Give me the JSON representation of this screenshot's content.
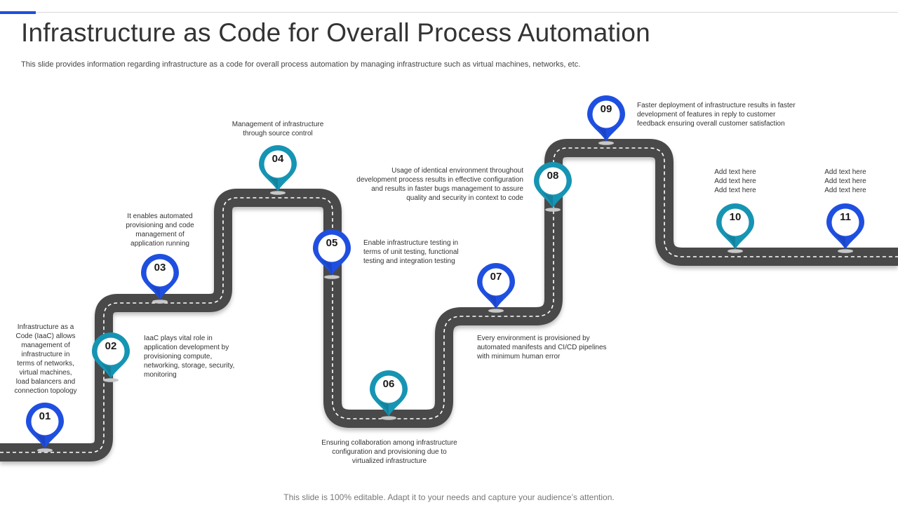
{
  "slide": {
    "title": "Infrastructure as Code for Overall Process Automation",
    "subtitle": "This slide provides information regarding infrastructure as a code for overall process automation by managing infrastructure such as virtual machines, networks, etc.",
    "footer": "This slide is 100% editable. Adapt it to your needs and capture your audience’s attention."
  },
  "colors": {
    "road": "#4a4a4a",
    "dash": "#ffffff",
    "pin_blue": "#1f4fe0",
    "pin_teal": "#1694b3",
    "accent": "#1f4fe0"
  },
  "milestones": [
    {
      "num": "01",
      "color": "blue",
      "lines": [
        "Infrastructure as a",
        "Code (IaaC) allows",
        "management  of",
        "infrastructure in",
        "terms of networks,",
        "virtual machines,",
        "load balancers and",
        "connection topology"
      ]
    },
    {
      "num": "02",
      "color": "teal",
      "lines": [
        "IaaC  plays vital role in",
        "application development by",
        "provisioning compute,",
        "networking, storage, security,",
        "monitoring"
      ]
    },
    {
      "num": "03",
      "color": "blue",
      "lines": [
        "It enables automated",
        "provisioning and code",
        "management  of",
        "application running"
      ]
    },
    {
      "num": "04",
      "color": "teal",
      "lines": [
        "Management  of infrastructure",
        "through source control"
      ]
    },
    {
      "num": "05",
      "color": "blue",
      "lines": [
        "Enable infrastructure testing in",
        "terms of unit testing, functional",
        "testing and integration testing"
      ]
    },
    {
      "num": "06",
      "color": "teal",
      "lines": [
        "Ensuring collaboration among infrastructure",
        "configuration and provisioning due to",
        "virtualized infrastructure"
      ]
    },
    {
      "num": "07",
      "color": "blue",
      "lines": [
        "Every environment is provisioned by",
        "automated manifests and CI/CD  pipelines",
        "with minimum  human error"
      ]
    },
    {
      "num": "08",
      "color": "teal",
      "lines": [
        "Usage of identical environment throughout",
        "development process results in effective configuration",
        "and results in faster bugs management to assure",
        "quality and security in context to code"
      ]
    },
    {
      "num": "09",
      "color": "blue",
      "lines": [
        "Faster deployment  of infrastructure results in faster",
        "development of features in reply to customer",
        "feedback ensuring overall customer satisfaction"
      ]
    },
    {
      "num": "10",
      "color": "teal",
      "lines": [
        "Add text here",
        "Add text here",
        "Add text here"
      ]
    },
    {
      "num": "11",
      "color": "blue",
      "lines": [
        "Add text here",
        "Add text here",
        "Add text here"
      ]
    }
  ]
}
